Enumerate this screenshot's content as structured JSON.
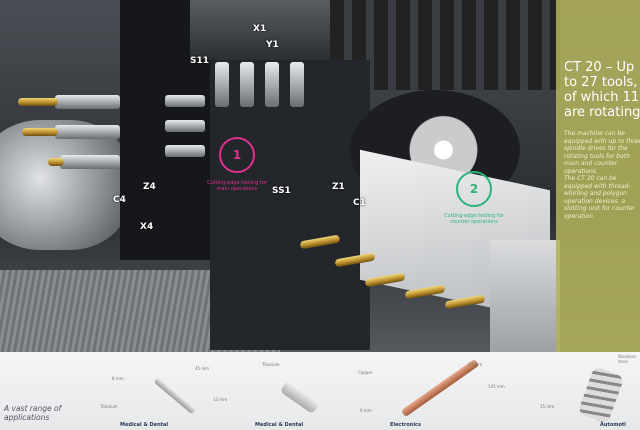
{
  "scene": {
    "axis_labels": {
      "x1": "X1",
      "y1": "Y1",
      "s11": "S11",
      "z4": "Z4",
      "c4": "C4",
      "x4": "X4",
      "ss1": "SS1",
      "z1": "Z1",
      "c1": "C1"
    },
    "callout_1": {
      "number": "1",
      "text": "Cutting-edge tooling for main operations",
      "color": "#e0318f"
    },
    "callout_2": {
      "number": "2",
      "text": "Cutting-edge tooling for counter operations",
      "color": "#2bb37a"
    }
  },
  "panel": {
    "title": "CT 20 – Up to 27 tools, of which 11 are rotating",
    "body": "The machine can be equipped with up to three spindle drives for the rotating tools for both main and counter operations.\nThe CT 20 can be equipped with thread-whirling and polygon operation devices, a slotting unit for counter operation.",
    "color": "#b0b25c"
  },
  "bottom": {
    "heading": "A vast range of applications",
    "apps": [
      {
        "label": "Medical & Dental",
        "annotations": [
          "8 mm",
          "45 mm",
          "Titanium"
        ]
      },
      {
        "label": "Medical & Dental",
        "annotations": [
          "Titanium",
          "13 mm",
          "6 mm"
        ]
      },
      {
        "label": "Electronics",
        "annotations": [
          "Copper",
          "20 mm",
          "145 mm"
        ]
      },
      {
        "label": "Automoti",
        "annotations": [
          "Stainless steel",
          "15 mm"
        ]
      }
    ]
  }
}
